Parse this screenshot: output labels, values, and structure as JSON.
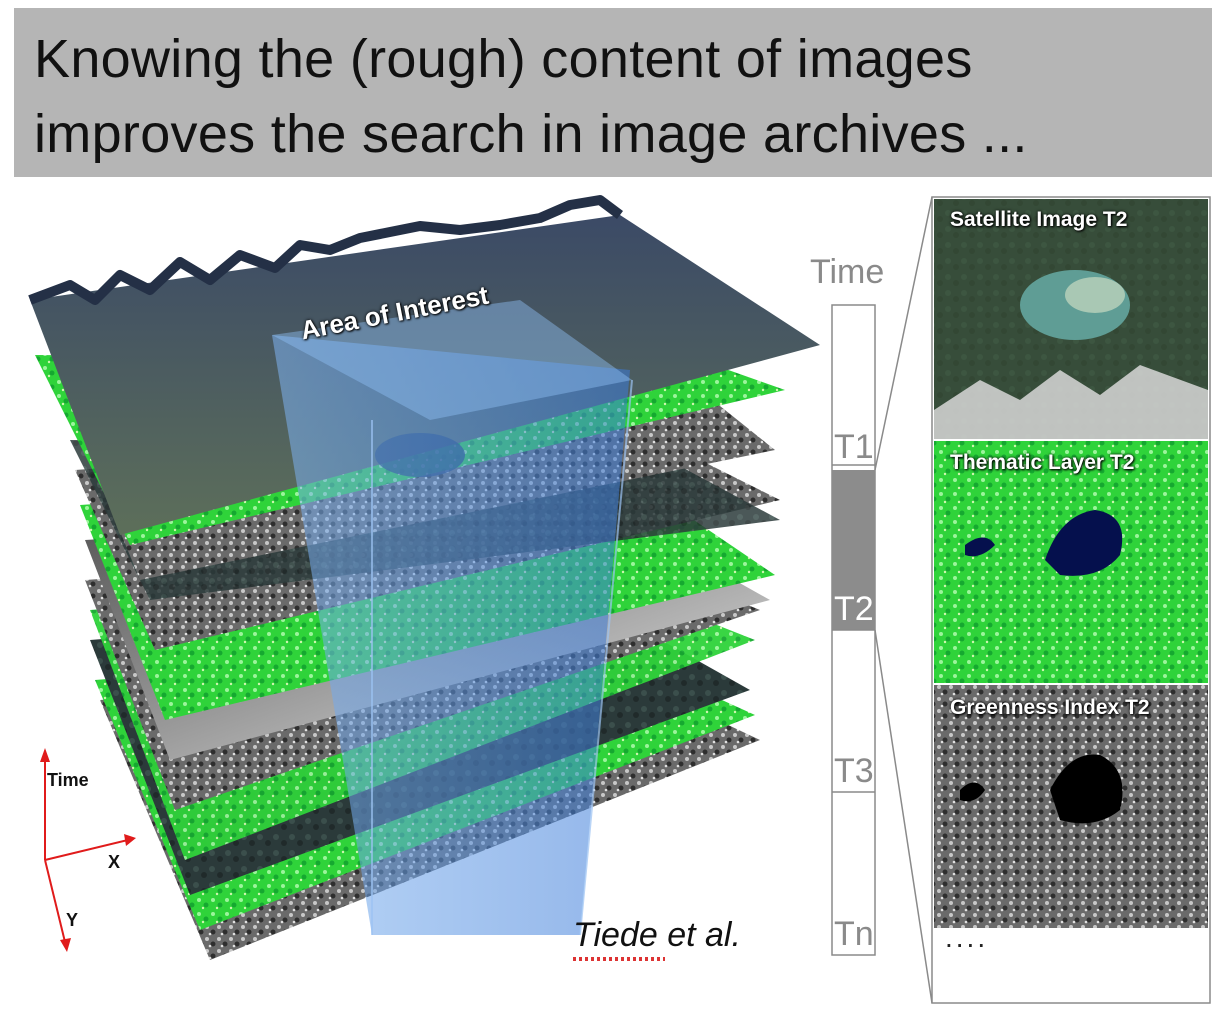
{
  "title": {
    "line1": "Knowing the (rough) content of images",
    "line2": "improves the search in image archives ..."
  },
  "cube": {
    "label": "Area of Interest"
  },
  "axes": {
    "time_label": "Time",
    "x_label": "X",
    "y_label": "Y"
  },
  "timeline": {
    "header": "Time",
    "ticks": [
      "T1",
      "T2",
      "T3",
      "Tn"
    ],
    "selected": "T2"
  },
  "panels": [
    {
      "label": "Satellite Image T2"
    },
    {
      "label": "Thematic Layer T2"
    },
    {
      "label": "Greenness Index T2"
    }
  ],
  "panel_more": "....",
  "credit": "Tiede et al.",
  "colors": {
    "title_bg": "#b5b5b5",
    "cube_blue": "#4a8fe0",
    "thematic_green": "#2ee02e",
    "selected_time": "#8c8c8c"
  }
}
